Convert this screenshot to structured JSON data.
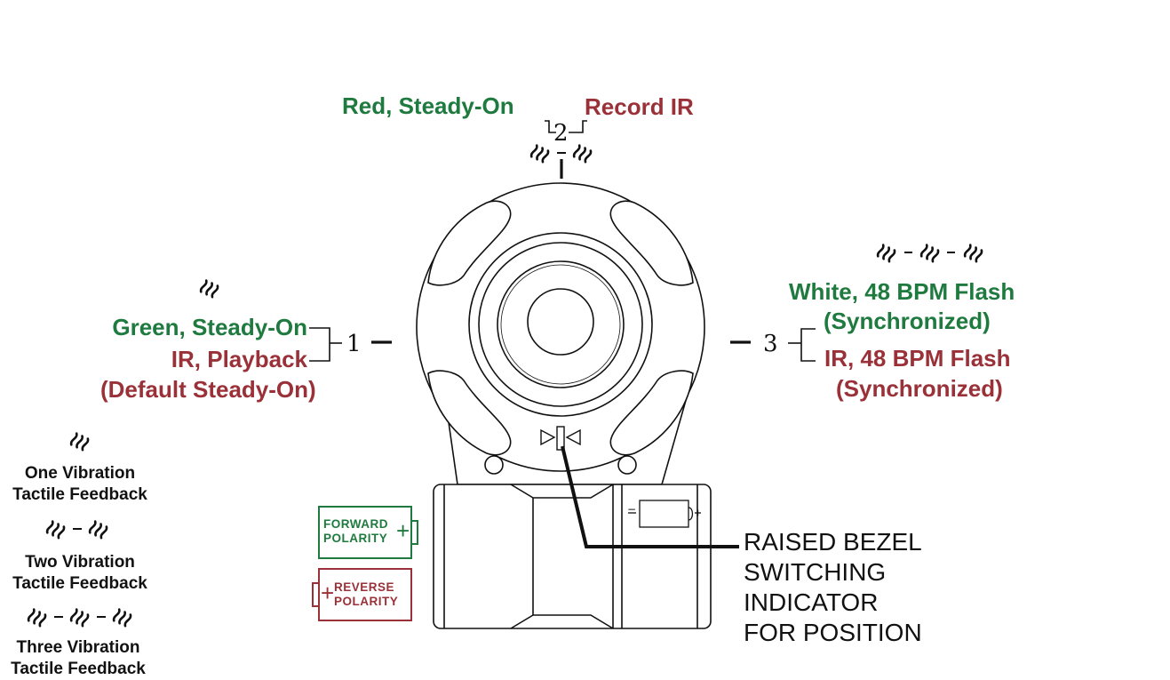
{
  "positions": {
    "p1": {
      "number": "1",
      "vibration": "one",
      "label_green": "Green, Steady-On",
      "label_red_line1": "IR, Playback",
      "label_red_line2": "(Default Steady-On)"
    },
    "p2": {
      "number": "2",
      "vibration": "two",
      "label_green": "Red, Steady-On",
      "label_red": "Record IR"
    },
    "p3": {
      "number": "3",
      "vibration": "three",
      "label_green_line1": "White, 48 BPM Flash",
      "label_green_line2": "(Synchronized)",
      "label_red_line1": "IR, 48 BPM Flash",
      "label_red_line2": "(Synchronized)"
    }
  },
  "legend": {
    "one_line1": "One Vibration",
    "one_line2": "Tactile Feedback",
    "two_line1": "Two Vibration",
    "two_line2": "Tactile Feedback",
    "three_line1": "Three Vibration",
    "three_line2": "Tactile Feedback"
  },
  "polarity": {
    "forward_line1": "FORWARD",
    "forward_line2": "POLARITY",
    "reverse_line1": "REVERSE",
    "reverse_line2": "POLARITY"
  },
  "indicator_note": {
    "line1": "RAISED BEZEL",
    "line2": "SWITCHING",
    "line3": "INDICATOR",
    "line4": "FOR POSITION"
  },
  "battery_symbols": {
    "minus": "−",
    "plus": "+"
  },
  "icons": {
    "vibration": "vibration-icon",
    "battery": "battery-icon"
  },
  "colors": {
    "green": "#1f7a3f",
    "red": "#9a3138",
    "line": "#111111"
  }
}
